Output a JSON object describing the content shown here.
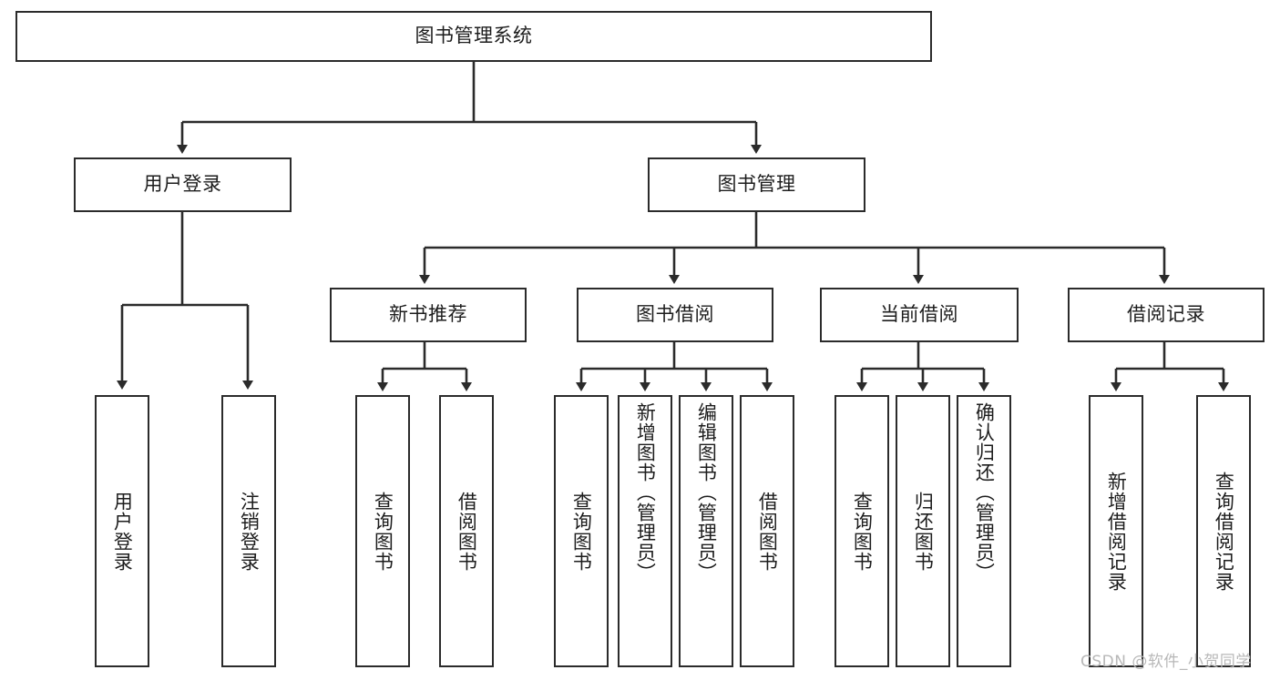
{
  "diagram": {
    "type": "hierarchy-tree",
    "title": "图书管理系统",
    "root": {
      "label": "图书管理系统"
    },
    "level2": [
      {
        "id": "user-login",
        "label": "用户登录"
      },
      {
        "id": "book-manage",
        "label": "图书管理"
      }
    ],
    "level3": [
      {
        "id": "new-book-recommend",
        "label": "新书推荐",
        "parent": "book-manage"
      },
      {
        "id": "book-borrow",
        "label": "图书借阅",
        "parent": "book-manage"
      },
      {
        "id": "current-borrow",
        "label": "当前借阅",
        "parent": "book-manage"
      },
      {
        "id": "borrow-record",
        "label": "借阅记录",
        "parent": "book-manage"
      }
    ],
    "leaves": [
      {
        "id": "leaf-user-login",
        "label": "用户登录",
        "parent": "user-login"
      },
      {
        "id": "leaf-logout",
        "label": "注销登录",
        "parent": "user-login"
      },
      {
        "id": "leaf-query-book-1",
        "label": "查询图书",
        "parent": "new-book-recommend"
      },
      {
        "id": "leaf-borrow-book-1",
        "label": "借阅图书",
        "parent": "new-book-recommend"
      },
      {
        "id": "leaf-query-book-2",
        "label": "查询图书",
        "parent": "book-borrow"
      },
      {
        "id": "leaf-add-book",
        "label": "新增图书（管理员）",
        "parent": "book-borrow"
      },
      {
        "id": "leaf-edit-book",
        "label": "编辑图书（管理员）",
        "parent": "book-borrow"
      },
      {
        "id": "leaf-borrow-book-2",
        "label": "借阅图书",
        "parent": "book-borrow"
      },
      {
        "id": "leaf-query-book-3",
        "label": "查询图书",
        "parent": "current-borrow"
      },
      {
        "id": "leaf-return-book",
        "label": "归还图书",
        "parent": "current-borrow"
      },
      {
        "id": "leaf-confirm-return",
        "label": "确认归还（管理员）",
        "parent": "current-borrow"
      },
      {
        "id": "leaf-add-record",
        "label": "新增借阅记录",
        "parent": "borrow-record"
      },
      {
        "id": "leaf-query-record",
        "label": "查询借阅记录",
        "parent": "borrow-record"
      }
    ],
    "colors": {
      "stroke": "#2b2b2b",
      "fill": "#ffffff",
      "text": "#1d1d1d",
      "watermark": "#b8b8b8"
    }
  },
  "watermark": {
    "text": "CSDN @软件_小贺同学"
  }
}
